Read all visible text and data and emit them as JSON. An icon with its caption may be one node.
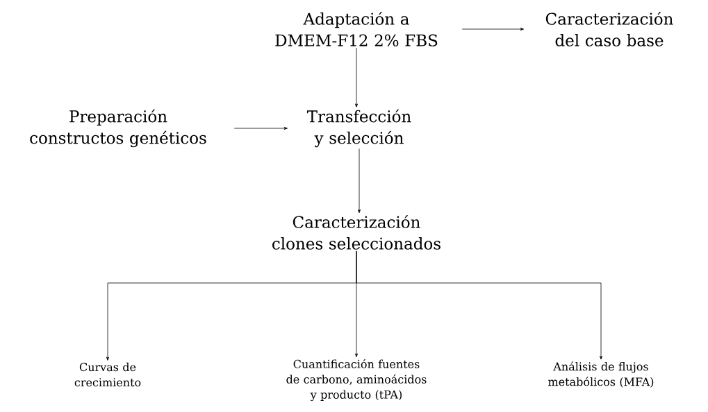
{
  "diagram": {
    "nodes": [
      {
        "text": [
          "Adaptación a DMEM-F12 2% FBS"
        ]
      },
      {
        "text": [
          "Caracterización del caso base"
        ]
      },
      {
        "text": [
          "Preparación constructos genéticos"
        ]
      },
      {
        "text": [
          "Transfección y selección"
        ]
      },
      {
        "text": [
          "Caracterización clones seleccionados"
        ]
      },
      {
        "text": [
          "Curvas de crecimiento"
        ]
      },
      {
        "text": [
          "Cuantificación fuentes de carbono, aminoácidos y producto (tPA)"
        ]
      },
      {
        "text": [
          "Análisis de flujos metabólicos (MFA)"
        ]
      }
    ],
    "edges": [
      {
        "from": 0,
        "to": 1,
        "arrow": "to"
      },
      {
        "from": 0,
        "to": 3,
        "arrow": "to"
      },
      {
        "from": 2,
        "to": 3,
        "arrow": "to"
      },
      {
        "from": 3,
        "to": 4,
        "arrow": "to"
      },
      {
        "from": 4,
        "to": 5,
        "arrow": "to"
      },
      {
        "from": 4,
        "to": 6,
        "arrow": "to"
      },
      {
        "from": 4,
        "to": 7,
        "arrow": "to"
      }
    ]
  }
}
